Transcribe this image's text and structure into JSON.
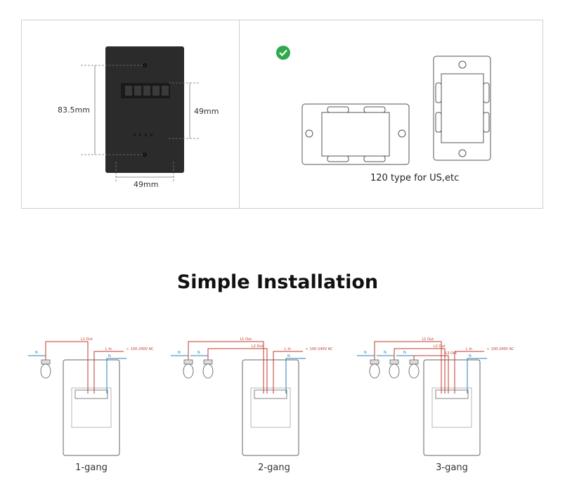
{
  "dimensions": {
    "height_label": "83.5mm",
    "inner_height_label": "49mm",
    "width_label": "49mm"
  },
  "mounting_box": {
    "check_icon": "check-circle-icon",
    "check_color": "#2eaa4a",
    "caption": "120 type for US,etc"
  },
  "section_title": "Simple Installation",
  "wiring": {
    "live_color": "#c0392b",
    "neutral_color": "#2a7fb8",
    "supply_label": "100-240V AC",
    "l_in_label": "L In",
    "neutral_label": "N",
    "outputs": [
      "L1 Out",
      "L2 Out",
      "L3 Out"
    ],
    "diagrams": [
      {
        "label": "1-gang"
      },
      {
        "label": "2-gang"
      },
      {
        "label": "3-gang"
      }
    ]
  }
}
